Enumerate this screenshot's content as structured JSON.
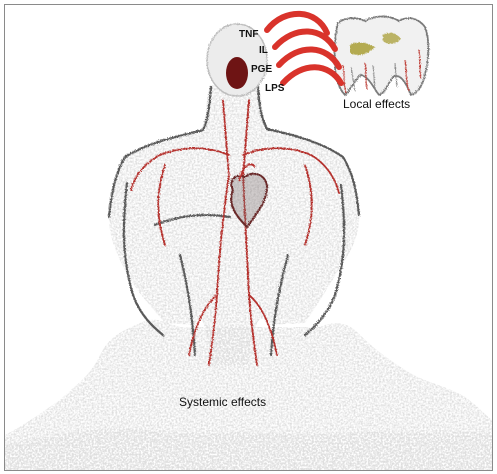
{
  "diagram": {
    "mediators": [
      "TNF",
      "IL",
      "PGE",
      "LPS"
    ],
    "local_label": "Local effects",
    "systemic_label": "Systemic effects"
  },
  "colors": {
    "vessel": "#b5332f",
    "arrow": "#d9332b",
    "mouth_mark": "#6e1414",
    "body_outline": "#5a5a5a",
    "texture": "#c9c9c9",
    "plaque": "#a59a2c"
  }
}
